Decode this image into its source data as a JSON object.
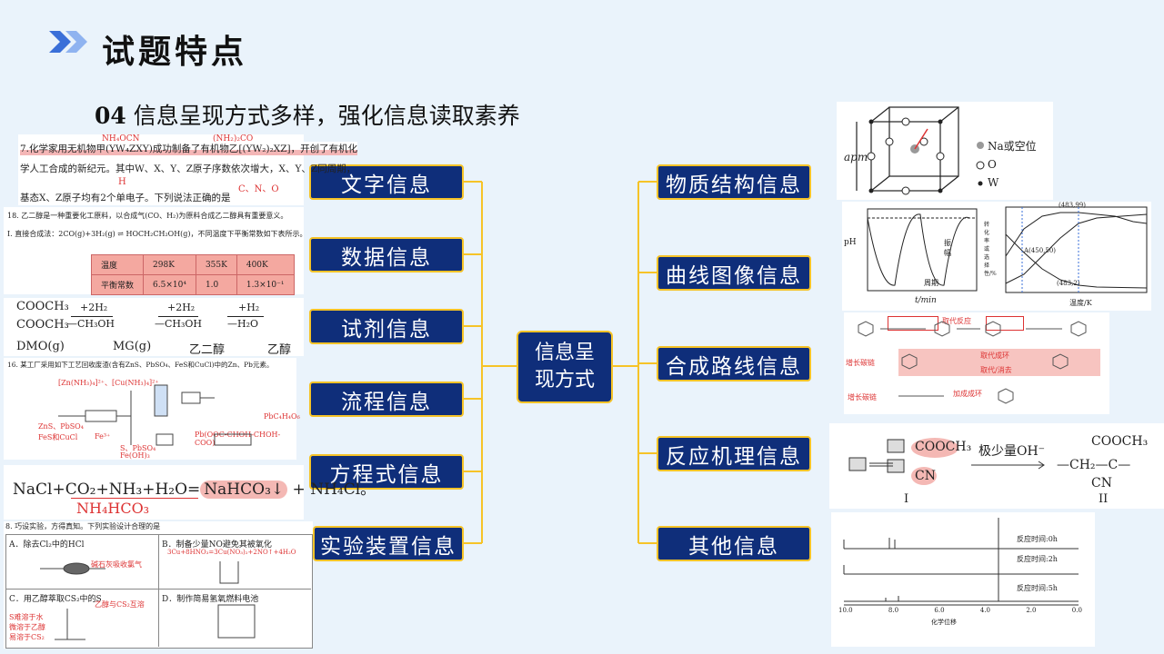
{
  "title": "试题特点",
  "subtitle": {
    "num": "04",
    "text": "信息呈现方式多样，强化信息读取素养"
  },
  "center": {
    "line1": "信息呈",
    "line2": "现方式"
  },
  "left_nodes": [
    "文字信息",
    "数据信息",
    "试剂信息",
    "流程信息",
    "方程式信息",
    "实验装置信息"
  ],
  "right_nodes": [
    "物质结构信息",
    "曲线图像信息",
    "合成路线信息",
    "反应机理信息",
    "其他信息"
  ],
  "colors": {
    "node_bg": "#0f2e7a",
    "node_border": "#f6c327",
    "connector": "#f6c327",
    "background": "#eaf3fb"
  },
  "panel_text": {
    "word": {
      "line1": "7.化学家用无机物甲(YW₄ZXY)成功制备了有机物乙[(YW₂)₂XZ]，开创了有机化",
      "line2": "学人工合成的新纪元。其中W、X、Y、Z原子序数依次增大，X、Y、Z同周期，",
      "line3": "基态X、Z原子均有2个单电子。下列说法正确的是",
      "ann1": "NH₄OCN",
      "ann2": "(NH₂)₂CO",
      "ann3": "H",
      "ann4": "C、N、O"
    },
    "data": {
      "line1": "18. 乙二醇是一种重要化工原料，以合成气(CO、H₂)为原料合成乙二醇具有重要意义。",
      "line2": "I. 直接合成法：2CO(g)+3H₂(g) ⇌ HOCH₂CH₂OH(g)，不同温度下平衡常数如下表所示。",
      "t1": "温度",
      "t2": "298K",
      "t3": "355K",
      "t4": "400K",
      "k1": "平衡常数",
      "k2": "6.5×10⁴",
      "k3": "1.0",
      "k4": "1.3×10⁻¹"
    },
    "reagent": {
      "a": "COOCH₃",
      "b": "COOCH₃",
      "c": "DMO(g)",
      "d": "MG(g)",
      "e": "乙二醇",
      "f": "乙醇",
      "r1": "+2H₂",
      "r2": "—CH₃OH",
      "r3": "+2H₂",
      "r4": "—CH₃OH",
      "r5": "+H₂",
      "r6": "—H₂O"
    },
    "flow": {
      "line1": "16. 某工厂采用如下工艺回收废渣(含有ZnS、PbSO₄、FeS和CuCl)中的Zn、Pb元素。",
      "a1": "[Zn(NH₃)₄]²⁺、[Cu(NH₃)₄]²⁺",
      "a2": "ZnS、PbSO₄",
      "a3": "FeS和CuCl",
      "a4": "Fe³⁺",
      "a5": "S、PbSO₄",
      "a6": "Fe(OH)₃",
      "a7": "Pb(OOC-CHOH-CHOH-COO)",
      "a8": "PbC₄H₄O₆"
    },
    "equation": {
      "eq": "NaCl+CO₂+NH₃+H₂O=",
      "box": "NaHCO₃↓",
      "tail": "+ NH₄Cl。",
      "under": "NH₄HCO₃"
    },
    "experiment": {
      "q": "8. 巧设实验，方得真知。下列实验设计合理的是",
      "a": "A．除去Cl₂中的HCl",
      "b": "B．制备少量NO避免其被氧化",
      "c": "C．用乙醇萃取CS₂中的S",
      "d": "D．制作简易氢氧燃料电池",
      "n1": "碱石灰吸收氯气",
      "n2": "3Cu+8HNO₃=3Cu(NO₃)₂+2NO↑+4H₂O",
      "n3": "S难溶于水 微溶于乙醇 易溶于CS₂",
      "n4": "乙醇与CS₂互溶"
    },
    "structure": {
      "l1": "Na或空位",
      "l2": "O",
      "l3": "W",
      "apm": "apm"
    },
    "curve": {
      "ph": "pH",
      "t": "t/min",
      "y": "转化率或选择性/%",
      "x": "温度/K",
      "p1": "(483,99)",
      "p2": "A(450,50)",
      "p3": "(483,2)",
      "period": "周期",
      "amp": "振幅"
    },
    "route": {
      "n1": "取代反应",
      "n2": "增长碳链",
      "n3": "取代成环",
      "n4": "取代/消去",
      "n5": "增长碳链",
      "n6": "加成成环"
    },
    "mechanism": {
      "g1": "COOCH₃",
      "g2": "CN",
      "cond": "极少量OH⁻",
      "p1": "COOCH₃",
      "p2": "—CH₂—C—",
      "p3": "CN",
      "i1": "I",
      "i2": "II"
    },
    "nmr": {
      "r1": "反应时间:0h",
      "r2": "反应时间:2h",
      "r3": "反应时间:5h",
      "x": "化学位移",
      "ticks": [
        "10.0",
        "8.0",
        "6.0",
        "4.0",
        "2.0",
        "0.0"
      ]
    }
  }
}
